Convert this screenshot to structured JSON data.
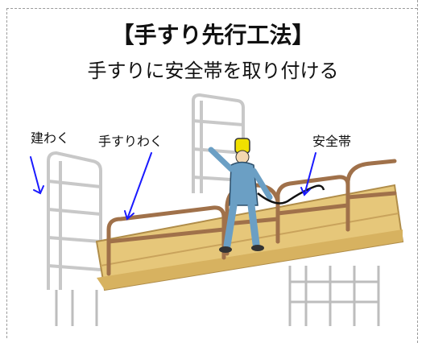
{
  "title": "【手すり先行工法】",
  "subtitle": "手すりに安全帯を取り付ける",
  "labels": {
    "frame": "建わく",
    "handrail_frame": "手すりわく",
    "safety_belt": "安全帯"
  },
  "colors": {
    "arrow": "#1a1aff",
    "steel": "#d8d8d8",
    "plank": "#e6c77a",
    "rail": "#a0714a",
    "worker": "#6b9fc4",
    "helmet": "#f0e000"
  }
}
